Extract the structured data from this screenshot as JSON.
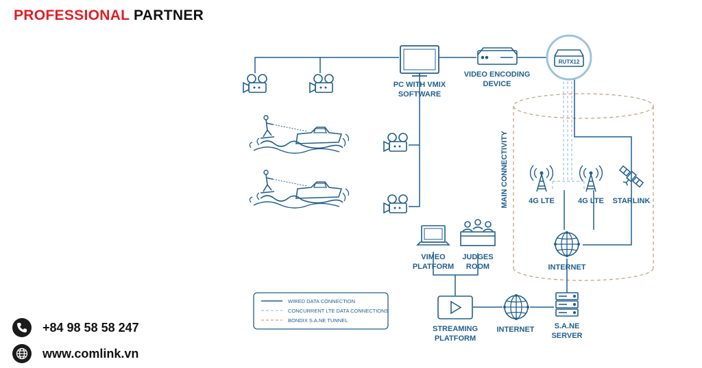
{
  "header": {
    "brand_red": "PROFESSIONAL",
    "brand_dark": "PARTNER"
  },
  "contact": {
    "phone": "+84 98 58 58 247",
    "website": "www.comlink.vn"
  },
  "diagram": {
    "pc_line1": "PC WITH VMIX",
    "pc_line2": "SOFTWARE",
    "encoder_line1": "VIDEO ENCODING",
    "encoder_line2": "DEVICE",
    "router_label": "RUTX12",
    "main_connectivity": "MAIN CONNECTIVITY",
    "lte1": "4G LTE",
    "lte2": "4G LTE",
    "starlink": "STARLINK",
    "internet_top": "INTERNET",
    "vimeo_line1": "VIMEO",
    "vimeo_line2": "PLATFORM",
    "judges_line1": "JUDGES",
    "judges_line2": "ROOM",
    "streaming_line1": "STREAMING",
    "streaming_line2": "PLATFORM",
    "internet_bottom": "INTERNET",
    "sane_line1": "S.A.NE",
    "sane_line2": "SERVER"
  },
  "legend": {
    "wired": "WIRED DATA CONNECTION",
    "lte": "CONCURRENT LTE DATA CONNECTIONS",
    "tunnel": "BONDIX S.A.NE TUNNEL"
  },
  "colors": {
    "brand_red": "#e01e26",
    "diagram_blue": "#1f5e8c",
    "light_blue": "#9cc3dd",
    "tunnel_tan": "#c9a27a"
  }
}
